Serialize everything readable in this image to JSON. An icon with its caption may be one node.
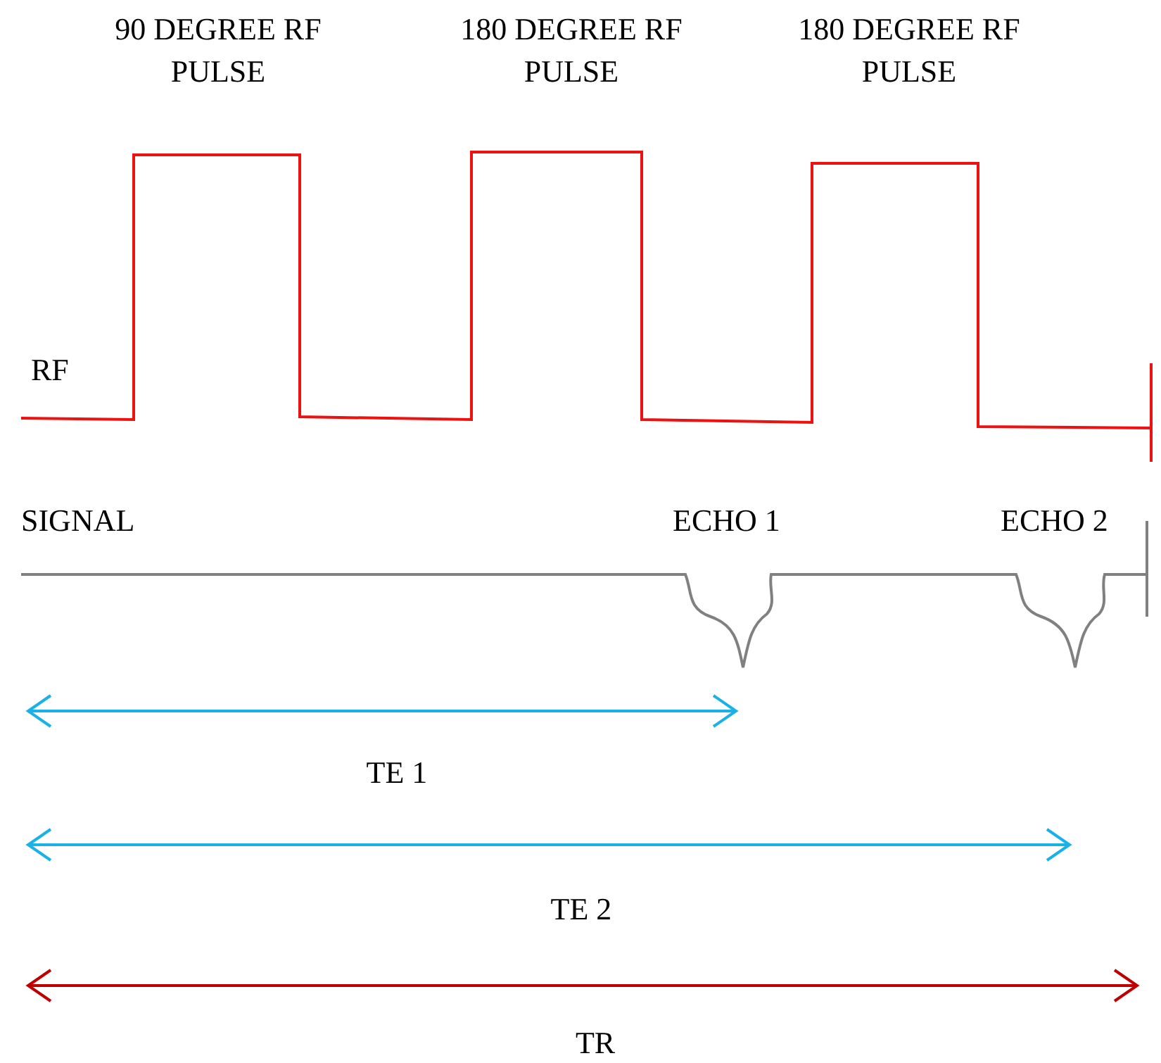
{
  "diagram": {
    "labels": [
      "90 DEGREE RF PULSE",
      "180 DEGREE RF PULSE",
      "180 DEGREE RF PULSE",
      "RF",
      "SIGNAL",
      "ECHO 1",
      "ECHO 2",
      "TE 1",
      "TE 2",
      "TR"
    ]
  }
}
